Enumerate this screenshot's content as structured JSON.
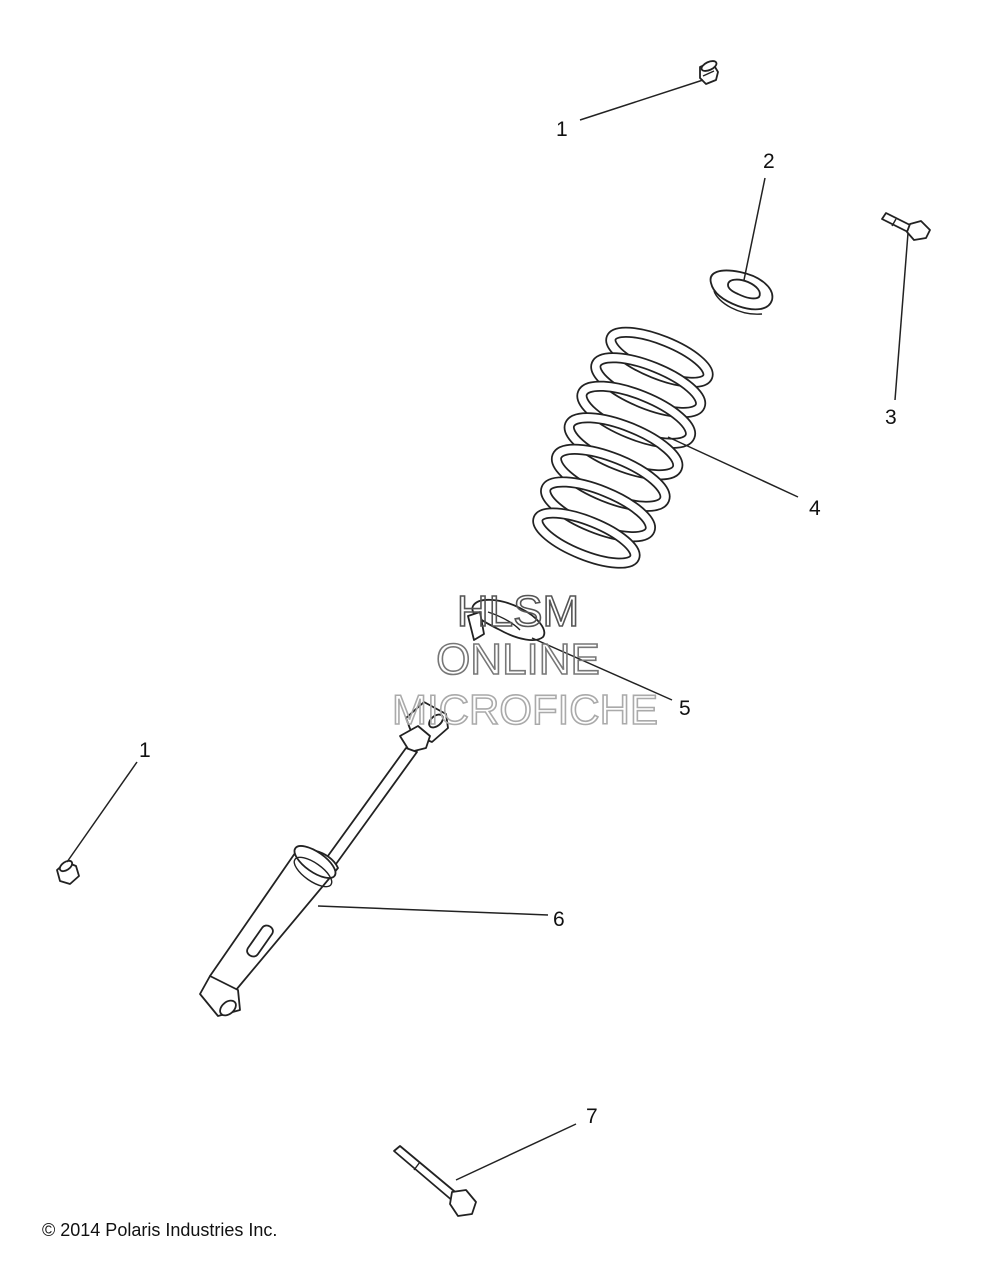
{
  "callouts": {
    "c1_top": "1",
    "c2": "2",
    "c3": "3",
    "c4": "4",
    "c5": "5",
    "c1_left": "1",
    "c6": "6",
    "c7": "7"
  },
  "watermark": {
    "line1": "HLSM",
    "line2": "ONLINE",
    "line3": "MICROFICHE"
  },
  "copyright": "© 2014 Polaris Industries Inc.",
  "colors": {
    "line": "#222222",
    "watermark_dark": "#555555",
    "watermark_light": "#aaaaaa"
  }
}
